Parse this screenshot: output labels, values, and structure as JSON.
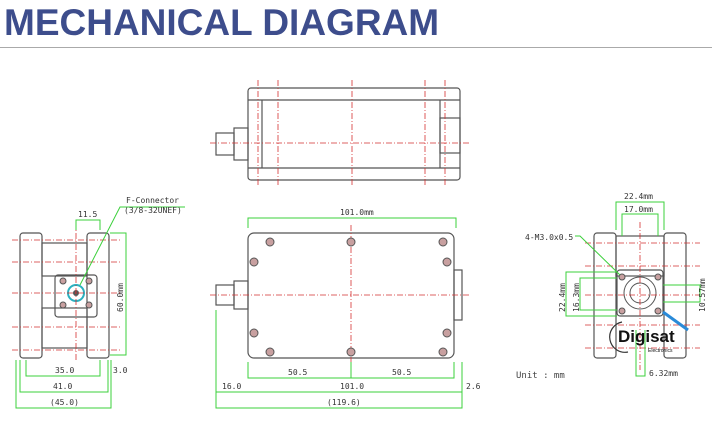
{
  "title": "MECHANICAL DIAGRAM",
  "colors": {
    "title": "#3d4d8c",
    "dimension": "#3bd03b",
    "centerline": "#d43030",
    "outline": "#555555"
  },
  "side_view": {
    "connector_label": "F-Connector",
    "connector_spec": "(3/8-32UNEF)",
    "dim_top": "11.5",
    "dim_height": "60.0mm",
    "dim_inner": "35.0",
    "dim_offset": "3.0",
    "dim_width": "41.0",
    "dim_total": "(45.0)"
  },
  "front_view": {
    "dim_top": "101.0mm",
    "dim_half_left": "50.5",
    "dim_half_right": "50.5",
    "dim_body": "101.0",
    "dim_connector": "16.0",
    "dim_right": "2.6",
    "dim_total": "(119.6)"
  },
  "end_view": {
    "dim_outer": "22.4mm",
    "dim_inner": "17.0mm",
    "screw_label": "4-M3.0x0.5",
    "dim_v_outer": "22.4mm",
    "dim_v_inner": "16.3mm",
    "dim_right": "10.57mm",
    "dim_bottom": "6.32mm"
  },
  "unit_label": "Unit : mm",
  "logo": {
    "text": "Digisat",
    "sub": "Electronics"
  }
}
